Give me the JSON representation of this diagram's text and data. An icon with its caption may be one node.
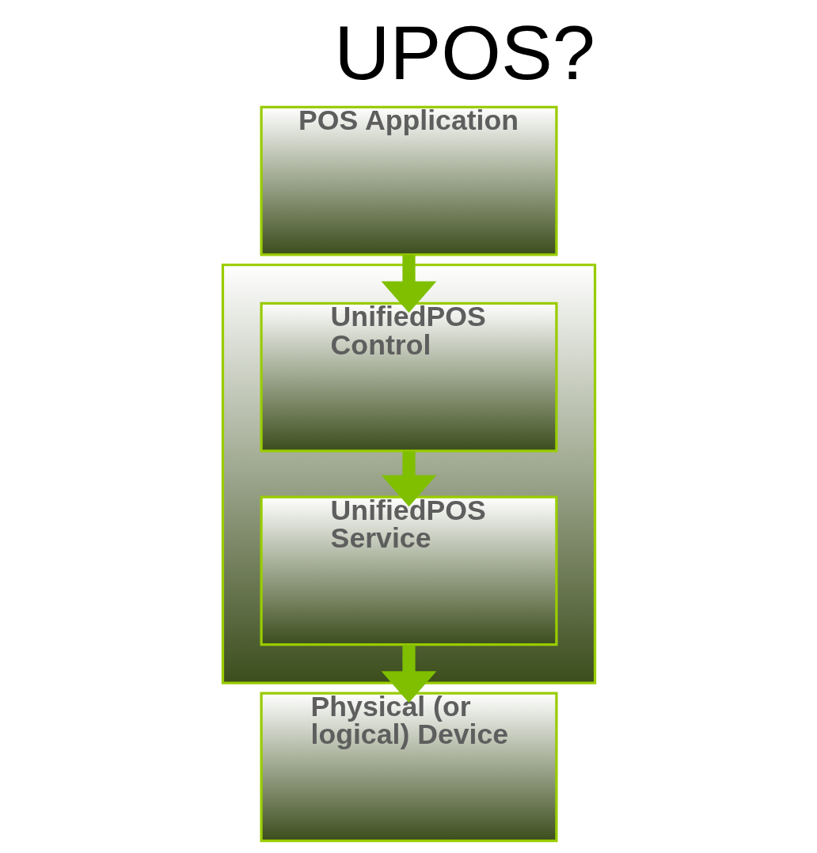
{
  "diagram": {
    "title": "UPOS?",
    "nodes": [
      {
        "text": [
          "POS Application"
        ]
      },
      {
        "text": [],
        "shape": "box"
      },
      {
        "text": [
          "UnifiedPOS Control"
        ],
        "in": 1
      },
      {
        "text": [
          "UnifiedPOS Service"
        ],
        "in": 1
      },
      {
        "text": [
          "Physical (or logical) Device"
        ]
      }
    ],
    "edges": [
      {
        "from": 0,
        "to": 2,
        "arrow": "to"
      },
      {
        "from": 2,
        "to": 3,
        "arrow": "to"
      },
      {
        "from": 3,
        "to": 4,
        "arrow": "to"
      }
    ]
  }
}
